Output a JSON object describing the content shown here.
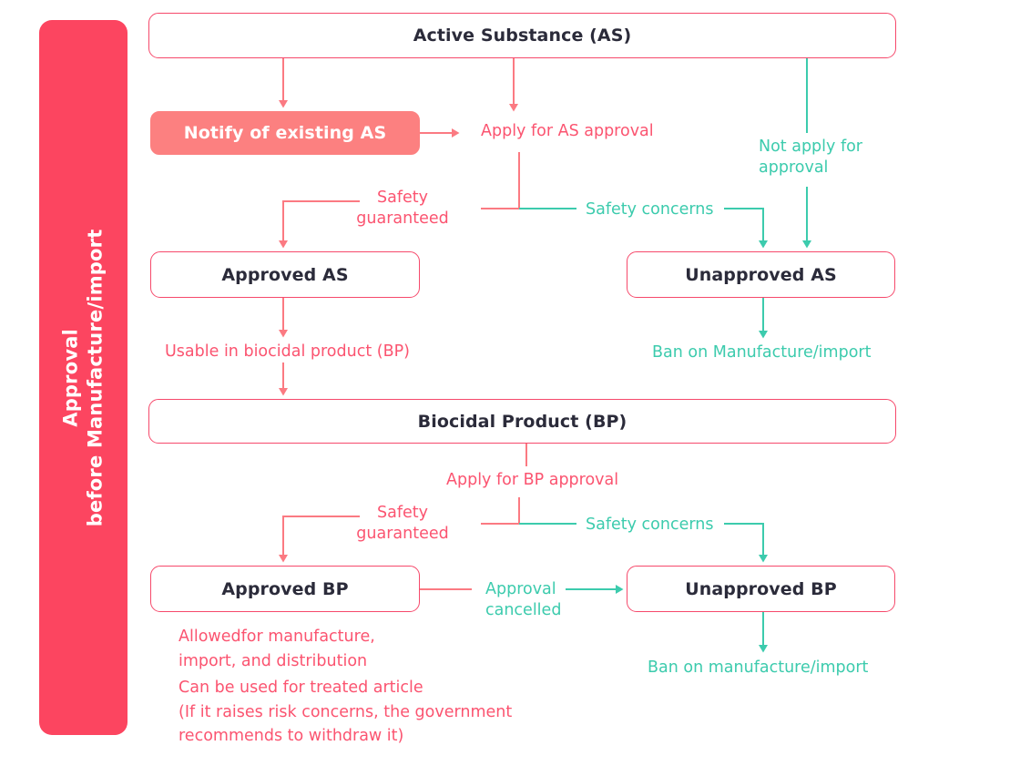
{
  "colors": {
    "banner_bg": "#fc4560",
    "pink": "#fb5470",
    "pink_border": "#f6496b",
    "pink_fill": "#fc8080",
    "teal": "#3ccbad",
    "node_text": "#2b2b3a",
    "background": "#ffffff"
  },
  "banner": {
    "line1": "Approval",
    "line2": "before Manufacture/import"
  },
  "nodes": {
    "active_substance": "Active Substance (AS)",
    "notify_existing": "Notify of existing AS",
    "approved_as": "Approved AS",
    "unapproved_as": "Unapproved AS",
    "biocidal_product": "Biocidal Product (BP)",
    "approved_bp": "Approved BP",
    "unapproved_bp": "Unapproved BP"
  },
  "edge_labels": {
    "apply_for_as_approval": "Apply for AS approval",
    "not_apply_for_approval": "Not apply for\napproval",
    "safety_guaranteed_as": "Safety\nguaranteed",
    "safety_concerns_as": "Safety concerns",
    "usable_in_bp": "Usable in biocidal product (BP)",
    "ban_manufacture_import_as": "Ban on Manufacture/import",
    "apply_for_bp_approval": "Apply for BP approval",
    "safety_guaranteed_bp": "Safety\nguaranteed",
    "safety_concerns_bp": "Safety concerns",
    "approval_cancelled": "Approval\ncancelled",
    "ban_manufacture_import_bp": "Ban on manufacture/import"
  },
  "notes": {
    "allowed": "Allowedfor manufacture,\nimport, and distribution",
    "treated_article": "Can be used for treated article\n(If it raises risk concerns, the government\nrecommends to withdraw it)"
  },
  "chart_data": {
    "type": "diagram",
    "title": "Approval before Manufacture/import",
    "nodes": [
      {
        "id": "as",
        "label": "Active Substance (AS)",
        "style": "outline"
      },
      {
        "id": "notify",
        "label": "Notify of existing AS",
        "style": "filled"
      },
      {
        "id": "approved_as",
        "label": "Approved AS",
        "style": "outline"
      },
      {
        "id": "unapproved_as",
        "label": "Unapproved AS",
        "style": "outline"
      },
      {
        "id": "bp",
        "label": "Biocidal Product (BP)",
        "style": "outline"
      },
      {
        "id": "approved_bp",
        "label": "Approved BP",
        "style": "outline"
      },
      {
        "id": "unapproved_bp",
        "label": "Unapproved BP",
        "style": "outline"
      }
    ],
    "edges": [
      {
        "from": "as",
        "to": "notify",
        "label": "",
        "color": "pink"
      },
      {
        "from": "as",
        "to": "apply_as_junction",
        "label": "Apply for AS approval",
        "color": "pink"
      },
      {
        "from": "as",
        "to": "unapproved_as",
        "label": "Not apply for approval",
        "color": "teal"
      },
      {
        "from": "notify",
        "to": "apply_as_junction",
        "label": "",
        "color": "pink"
      },
      {
        "from": "apply_as_junction",
        "to": "approved_as",
        "label": "Safety guaranteed",
        "color": "pink"
      },
      {
        "from": "apply_as_junction",
        "to": "unapproved_as",
        "label": "Safety concerns",
        "color": "teal"
      },
      {
        "from": "approved_as",
        "to": "bp",
        "label": "Usable in biocidal product (BP)",
        "color": "pink"
      },
      {
        "from": "unapproved_as",
        "to": "ban_as",
        "label": "Ban on Manufacture/import",
        "color": "teal"
      },
      {
        "from": "bp",
        "to": "apply_bp_junction",
        "label": "Apply for BP approval",
        "color": "pink"
      },
      {
        "from": "apply_bp_junction",
        "to": "approved_bp",
        "label": "Safety guaranteed",
        "color": "pink"
      },
      {
        "from": "apply_bp_junction",
        "to": "unapproved_bp",
        "label": "Safety concerns",
        "color": "teal"
      },
      {
        "from": "approved_bp",
        "to": "unapproved_bp",
        "label": "Approval cancelled",
        "color": "teal"
      },
      {
        "from": "unapproved_bp",
        "to": "ban_bp",
        "label": "Ban on manufacture/import",
        "color": "teal"
      }
    ]
  }
}
